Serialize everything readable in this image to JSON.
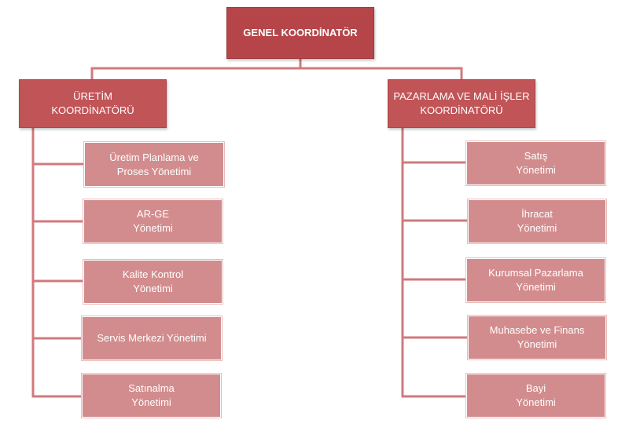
{
  "chart": {
    "top": {
      "label": "GENEL KOORDİNATÖR"
    },
    "left": {
      "label": "ÜRETİM\nKOORDİNATÖRÜ",
      "units": [
        "Üretim Planlama ve\nProses Yönetimi",
        "AR-GE\nYönetimi",
        "Kalite Kontrol\nYönetimi",
        "Servis Merkezi Yönetimi",
        "Satınalma\nYönetimi"
      ]
    },
    "right": {
      "label": "PAZARLAMA VE MALİ İŞLER\nKOORDİNATÖRÜ",
      "units": [
        "Satış\nYönetimi",
        "İhracat\nYönetimi",
        "Kurumsal Pazarlama\nYönetimi",
        "Muhasebe ve Finans\nYönetimi",
        "Bayi\nYönetimi"
      ]
    }
  },
  "colors": {
    "top_fill": "#b54548",
    "coordinator_fill": "#c05457",
    "unit_fill": "#d38c8d",
    "connector": "#d07a7c",
    "text": "#ffffff"
  }
}
